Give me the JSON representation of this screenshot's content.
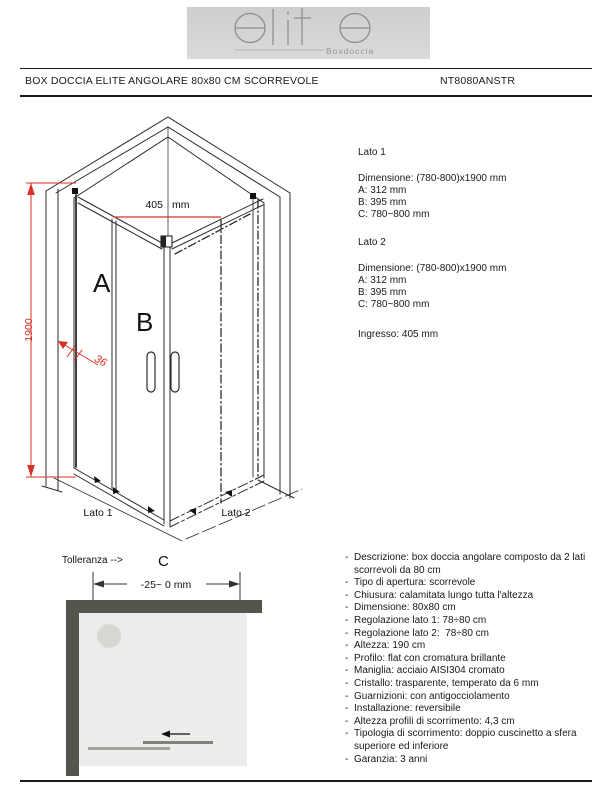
{
  "logo": {
    "brand": "elite",
    "sub": "Boxdoccia"
  },
  "header": {
    "title": "BOX DOCCIA ELITE ANGOLARE 80x80 CM SCORREVOLE",
    "code": "NT8080ANSTR"
  },
  "diagram": {
    "dim_width_value": "405",
    "dim_width_unit": "mm",
    "dim_height_label": "1900",
    "dim_overlap_label": "36",
    "panel_a_label": "A",
    "panel_b_label": "B",
    "side1_label": "Lato 1",
    "side2_label": "Lato 2"
  },
  "specs": {
    "side1": {
      "title": "Lato 1",
      "lines": [
        "Dimensione: (780-800)x1900 mm",
        "A: 312 mm",
        "B: 395 mm",
        "C: 780~800 mm"
      ]
    },
    "side2": {
      "title": "Lato 2",
      "lines": [
        "Dimensione: (780-800)x1900 mm",
        "A: 312 mm",
        "B: 395 mm",
        "C: 780~800 mm"
      ]
    },
    "entry": "Ingresso: 405 mm"
  },
  "tolerance": {
    "label": "Tolleranza -->",
    "ref": "C",
    "range": "-25~ 0 mm"
  },
  "features_bullet": "-",
  "features": [
    "Descrizione: box doccia angolare composto da 2 lati scorrevoli da 80 cm",
    "Tipo di apertura: scorrevole",
    "Chiusura: calamitata lungo tutta l'altezza",
    "Dimensione: 80x80 cm",
    "Regolazione lato 1: 78÷80 cm",
    "Regolazione lato 2:  78÷80 cm",
    "Altezza: 190 cm",
    "Profilo: flat con cromatura brillante",
    "Maniglia: acciaio AISI304 cromato",
    "Cristallo: trasparente, temperato da 6 mm",
    "Guarnizioni: con antigocciolamento",
    "Installazione: reversibile",
    "Altezza profili di scorrimento: 4,3 cm",
    "Tipologia di scorrimento: doppio cuscinetto a sfera superiore ed inferiore",
    "Garanzia: 3 anni"
  ],
  "colors": {
    "dimension_red": "#d93025",
    "wall_gray": "#56554d",
    "tray_gray": "#edecea",
    "logo_gray": "#8f8f8f"
  }
}
